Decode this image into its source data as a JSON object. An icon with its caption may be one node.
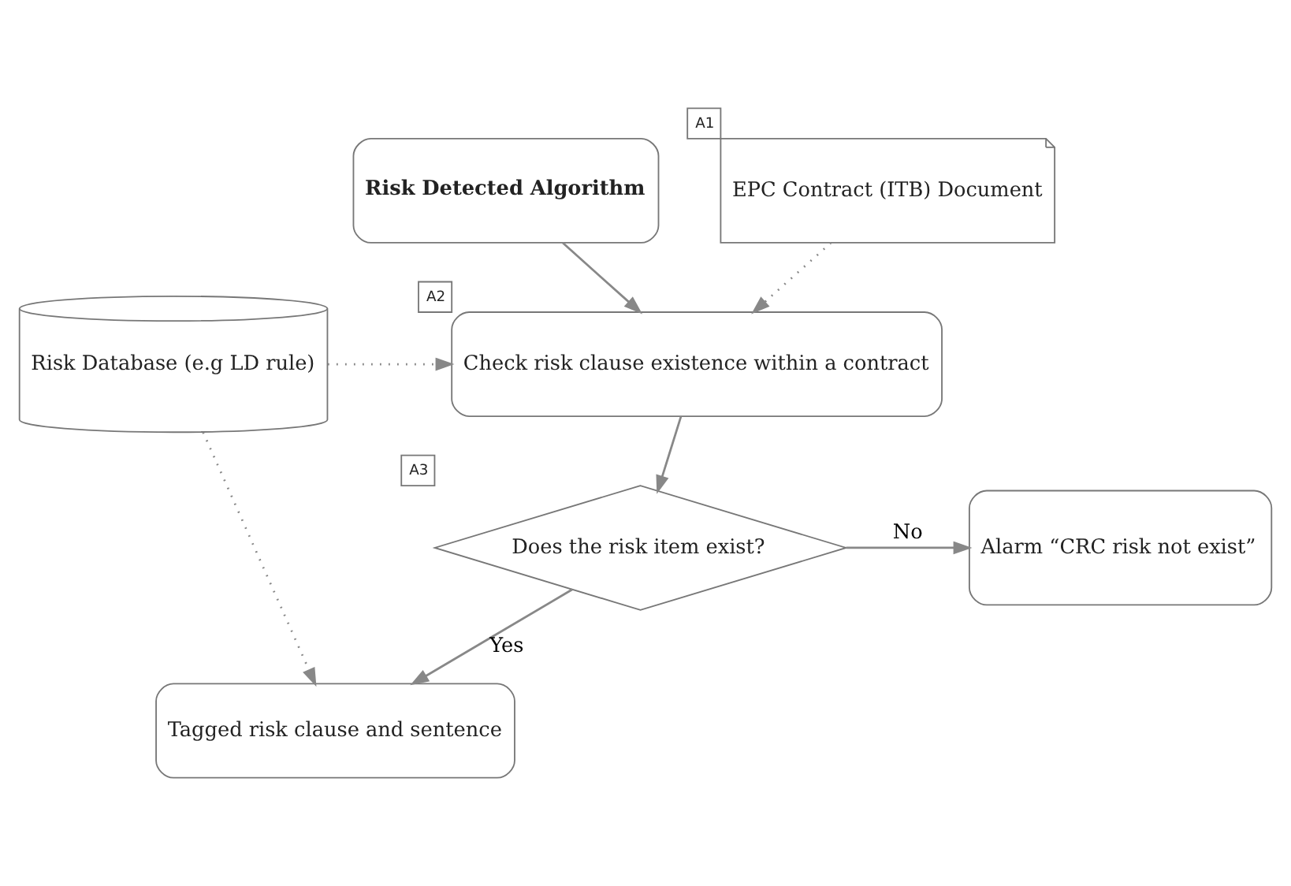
{
  "diagram": {
    "nodes": [
      {
        "text": [
          "Risk Detected Algorithm"
        ]
      },
      {
        "text": [
          "EPC Contract (ITB) Document"
        ],
        "beside": [
          "A1"
        ]
      },
      {
        "text": [
          "Risk Database (e.g LD rule)"
        ]
      },
      {
        "text": [
          "Check risk clause existence within a contract"
        ],
        "beside": [
          "A2"
        ]
      },
      {
        "text": [
          "Does the risk item exist?"
        ],
        "beside": [
          "A3"
        ]
      },
      {
        "text": [
          "Alarm “CRC risk not exist”"
        ]
      },
      {
        "text": [
          "Tagged risk clause and sentence"
        ]
      }
    ],
    "edges": [
      {
        "from": 0,
        "to": 3,
        "arrow": "to"
      },
      {
        "from": 1,
        "to": 3,
        "arrow": "to",
        "style": "dashed"
      },
      {
        "from": 2,
        "to": 3,
        "arrow": "to",
        "style": "dashed"
      },
      {
        "from": 2,
        "to": 6,
        "arrow": "to",
        "style": "dashed"
      },
      {
        "from": 3,
        "to": 4,
        "arrow": "to"
      },
      {
        "from": 4,
        "to": 5,
        "arrow": "to",
        "label": "No"
      },
      {
        "from": 4,
        "to": 6,
        "arrow": "to",
        "label": "Yes"
      }
    ]
  }
}
